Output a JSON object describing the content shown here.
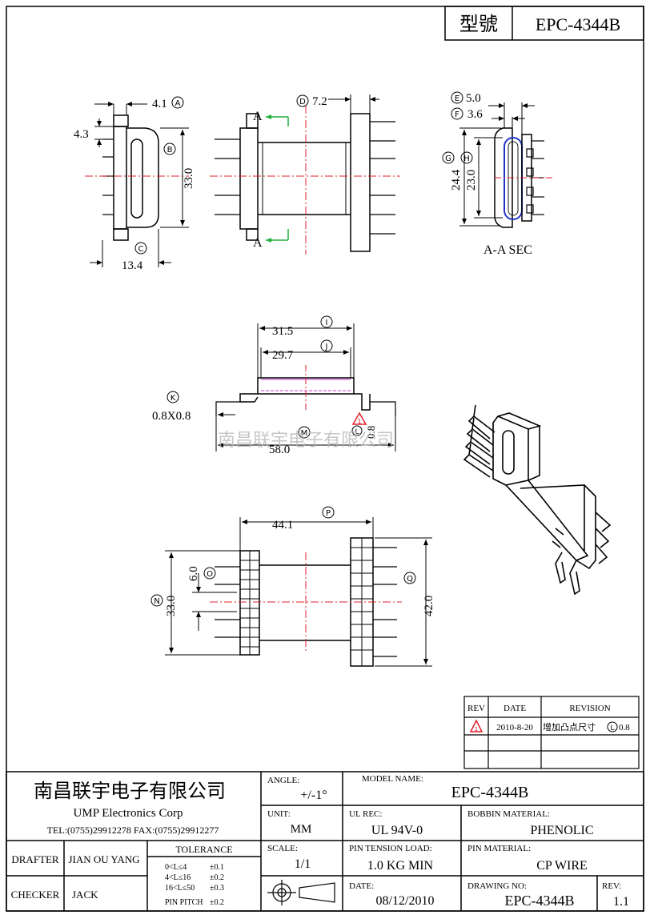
{
  "header": {
    "model_label": "型號",
    "model_value": "EPC-4344B"
  },
  "views": {
    "front": {
      "dim_top": "4.1",
      "mark_top": "A",
      "dim_left": "4.3",
      "mark_b": "B",
      "dim_height": "33.0",
      "mark_c": "C",
      "dim_bottom": "13.4"
    },
    "side": {
      "section_mark": "A",
      "mark_d": "D",
      "dim_top": "7.2"
    },
    "section": {
      "mark_e": "E",
      "dim_e": "5.0",
      "mark_f": "F",
      "dim_f": "3.6",
      "mark_g": "G",
      "dim_g": "24.4",
      "mark_h": "H",
      "dim_h": "23.0",
      "caption": "A-A  SEC"
    },
    "top": {
      "dim_i": "31.5",
      "mark_i": "I",
      "dim_j": "29.7",
      "mark_j": "J",
      "mark_k": "K",
      "dim_k": "0.8X0.8",
      "mark_l": "L",
      "dim_l": "0.8",
      "mark_m": "M",
      "dim_m": "58.0",
      "rev_mark": "1"
    },
    "bottom": {
      "dim_p": "44.1",
      "mark_p": "P",
      "mark_o": "O",
      "dim_o": "6.0",
      "mark_n": "N",
      "dim_n": "33.0",
      "mark_q": "Q",
      "dim_q": "42.0"
    }
  },
  "watermark": "南昌联宇电子有限公司",
  "revision": {
    "headers": [
      "REV",
      "DATE",
      "REVISION"
    ],
    "rows": [
      {
        "rev": "1",
        "date": "2010-8-20",
        "text": "增加凸点尺寸",
        "mark": "L",
        "val": "0.8"
      }
    ]
  },
  "title_block": {
    "company_cn": "南昌联宇电子有限公司",
    "company_en": "UMP  Electronics  Corp",
    "contact": "TEL:(0755)29912278 FAX:(0755)29912277",
    "drafter_label": "DRAFTER",
    "drafter": "JIAN OU YANG",
    "checker_label": "CHECKER",
    "checker": "JACK",
    "tolerance_label": "TOLERANCE",
    "tolerances": [
      {
        "range": "0<L≤4",
        "tol": "±0.1"
      },
      {
        "range": "4<L≤16",
        "tol": "±0.2"
      },
      {
        "range": "16<L≤50",
        "tol": "±0.3"
      },
      {
        "range": "PIN PITCH",
        "tol": "±0.2"
      }
    ],
    "angle_label": "ANGLE:",
    "angle": "+/-1°",
    "unit_label": "UNIT:",
    "unit": "MM",
    "scale_label": "SCALE:",
    "scale": "1/1",
    "model_name_label": "MODEL NAME:",
    "model_name": "EPC-4344B",
    "ul_label": "UL REC:",
    "ul": "UL 94V-0",
    "bobbin_label": "BOBBIN MATERIAL:",
    "bobbin": "PHENOLIC",
    "tension_label": "PIN TENSION LOAD:",
    "tension": "1.0  KG MIN",
    "pin_mat_label": "PIN MATERIAL:",
    "pin_mat": "CP   WIRE",
    "date_label": "DATE:",
    "date": "08/12/2010",
    "drawing_label": "DRAWING NO:",
    "drawing": "EPC-4344B",
    "rev_label": "REV:",
    "rev": "1.1"
  },
  "colors": {
    "centerline": "#e0202a",
    "arrow": "#1fae3a",
    "section": "#2233cc",
    "wire": "#cc33cc"
  }
}
